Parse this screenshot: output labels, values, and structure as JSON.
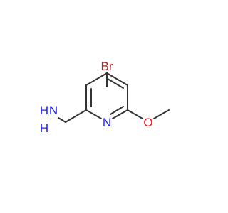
{
  "molecule": {
    "atoms": {
      "bromine": {
        "text": "Br",
        "color": "#a62929"
      },
      "nitrogen_ring": {
        "text": "N",
        "color": "#2323ff"
      },
      "oxygen": {
        "text": "O",
        "color": "#ff0d0d"
      },
      "amine_n": {
        "text": "N",
        "color": "#2323ff"
      },
      "amine_h1": {
        "text": "H",
        "color": "#2323ff"
      },
      "amine_h2": {
        "text": "H",
        "color": "#2323ff"
      }
    },
    "bond_color": "#333333"
  }
}
